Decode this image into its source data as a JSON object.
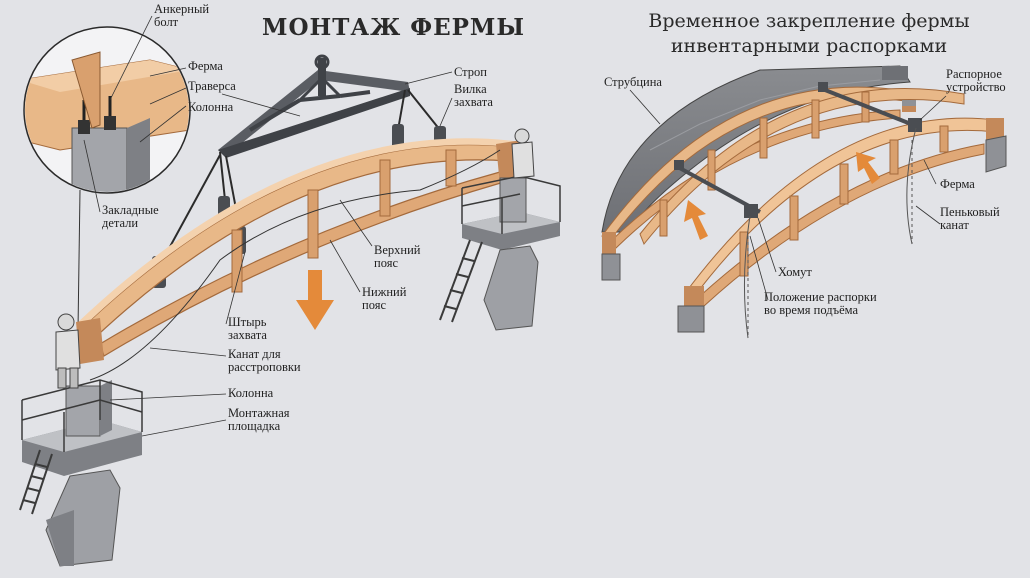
{
  "title_main": "МОНТАЖ ФЕРМЫ",
  "title_right_line1": "Временное закрепление фермы",
  "title_right_line2": "инвентарными распорками",
  "left_labels": {
    "anchor_bolt_1": "Анкерный",
    "anchor_bolt_2": "болт",
    "truss": "Ферма",
    "traverse": "Траверса",
    "column_detail": "Колонна",
    "embedded_1": "Закладные",
    "embedded_2": "детали",
    "sling": "Строп",
    "fork_1": "Вилка",
    "fork_2": "захвата",
    "upper_chord_1": "Верхний",
    "upper_chord_2": "пояс",
    "lower_chord_1": "Нижний",
    "lower_chord_2": "пояс",
    "pin_1": "Штырь",
    "pin_2": "захвата",
    "rope_1": "Канат для",
    "rope_2": "расстроповки",
    "column": "Колонна",
    "platform_1": "Монтажная",
    "platform_2": "площадка"
  },
  "right_labels": {
    "clamp": "Струбцина",
    "spacer_device_1": "Распорное",
    "spacer_device_2": "устройство",
    "truss": "Ферма",
    "hemp_rope_1": "Пеньковый",
    "hemp_rope_2": "канат",
    "collar": "Хомут",
    "spacer_position_1": "Положение распорки",
    "spacer_position_2": "во время подъёма"
  },
  "colors": {
    "background": "#e2e3e7",
    "timber": "#e8b888",
    "timber_dark": "#c4895a",
    "steel": "#5a5d63",
    "concrete": "#9ea0a5",
    "arrow": "#e48a3a"
  }
}
